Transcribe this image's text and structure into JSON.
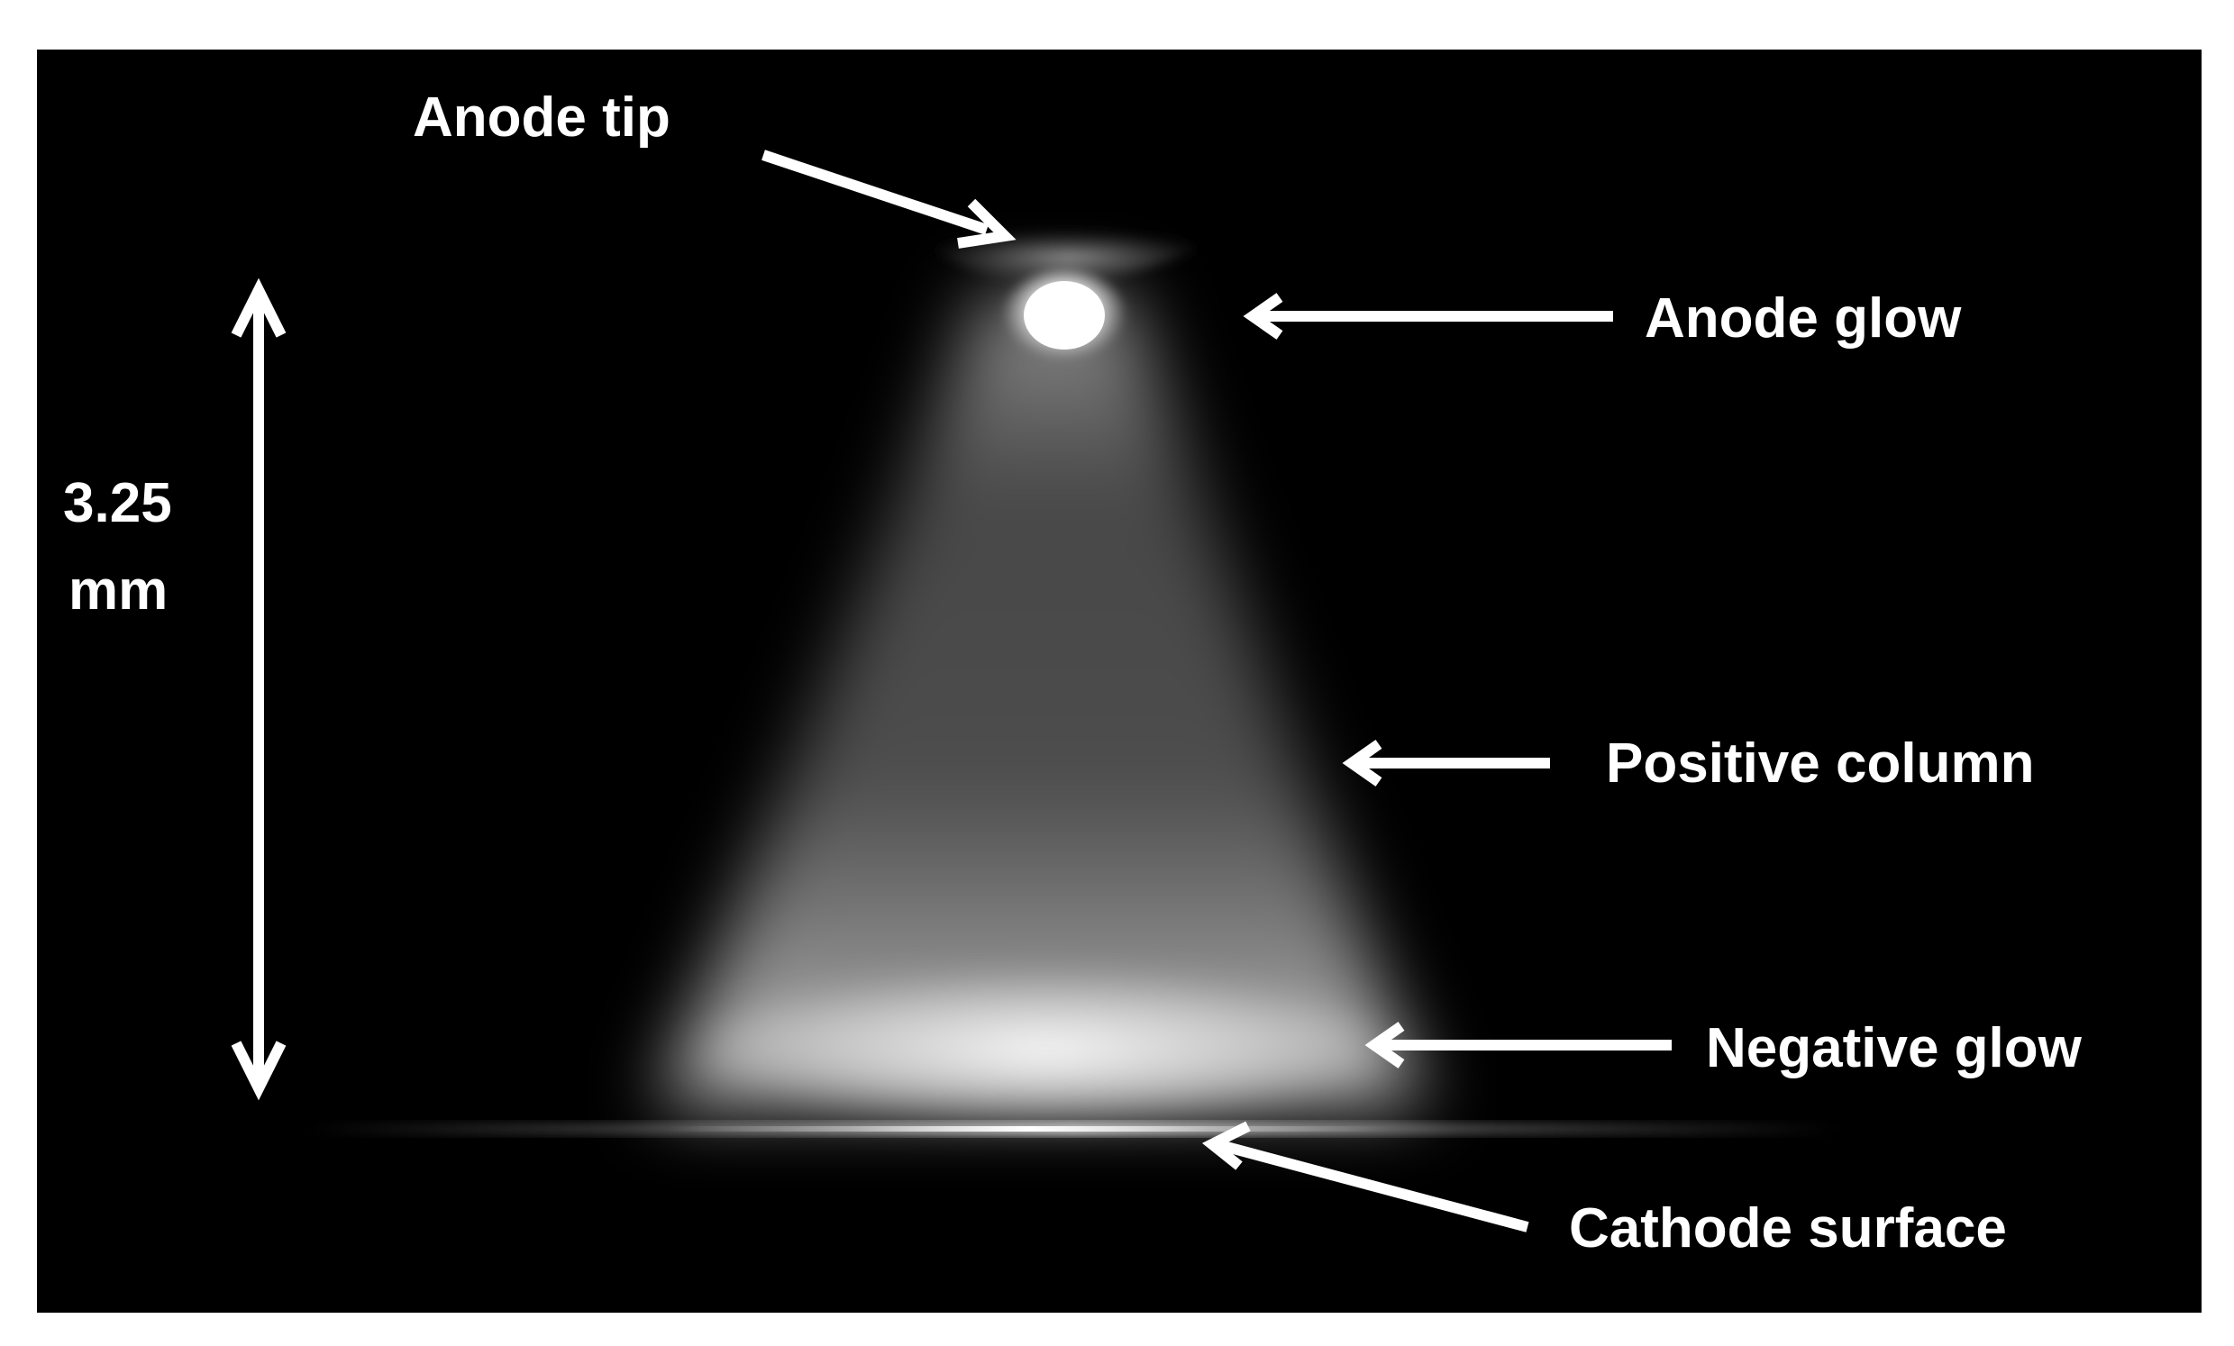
{
  "figure": {
    "labels": {
      "anode_tip": "Anode tip",
      "anode_glow": "Anode glow",
      "positive_column": "Positive column",
      "negative_glow": "Negative glow",
      "cathode_surface": "Cathode surface"
    },
    "scale": {
      "value": "3.25",
      "unit": "mm"
    },
    "colors": {
      "background": "#000000",
      "border": "#ffffff",
      "text": "#ffffff",
      "glow": "#ffffff"
    }
  }
}
